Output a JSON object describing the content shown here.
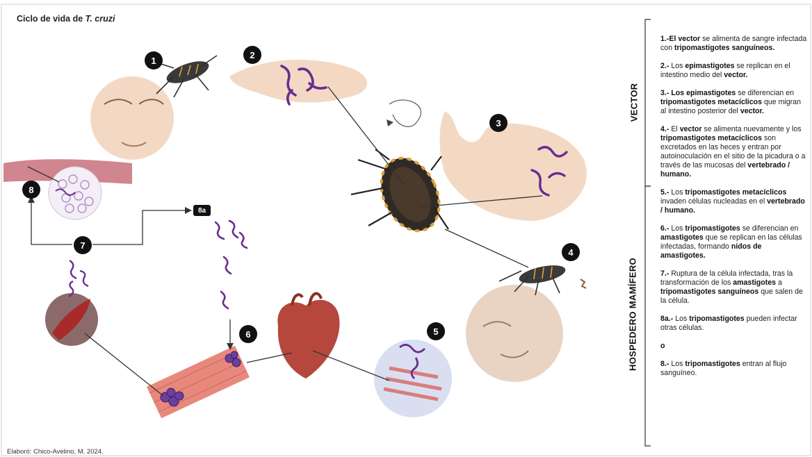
{
  "title": {
    "prefix": "Ciclo de vida de ",
    "species": "T. cruzi"
  },
  "credit": "Elaboró: Chico-Avelino, M. 2024.",
  "badges": [
    "1",
    "2",
    "3",
    "4",
    "5",
    "6",
    "7",
    "8",
    "8a"
  ],
  "section_labels": {
    "vector": "VECTOR",
    "host": "HOSPEDERO MAMÍFERO"
  },
  "steps": [
    {
      "num": "1.-",
      "parts": [
        [
          "El vector",
          true
        ],
        [
          " se alimenta de sangre infectada con ",
          false
        ],
        [
          "tripomastigotes sanguíneos.",
          true
        ]
      ]
    },
    {
      "num": "2.-",
      "parts": [
        [
          " Los ",
          false
        ],
        [
          "epimastigotes",
          true
        ],
        [
          " se replican en el intestino medio del ",
          false
        ],
        [
          "vector.",
          true
        ]
      ]
    },
    {
      "num": "3.-",
      "parts": [
        [
          " Los epimastigotes",
          true
        ],
        [
          " se diferencian en ",
          false
        ],
        [
          "tripomastigotes metacíclicos",
          true
        ],
        [
          " que migran al intestino posterior del ",
          false
        ],
        [
          "vector.",
          true
        ]
      ]
    },
    {
      "num": "4.-",
      "parts": [
        [
          " El ",
          false
        ],
        [
          "vector",
          true
        ],
        [
          " se alimenta nuevamente y los ",
          false
        ],
        [
          "tripomastigotes metacíclicos",
          true
        ],
        [
          " son excretados en las heces y entran por autoinoculación en el sitio de la picadura o a través de las mucosas del ",
          false
        ],
        [
          "vertebrado / humano.",
          true
        ]
      ]
    },
    {
      "num": "5.-",
      "parts": [
        [
          " Los ",
          false
        ],
        [
          "tripomastigotes metacíclicos",
          true
        ],
        [
          " invaden células nucleadas en el ",
          false
        ],
        [
          "vertebrado / humano.",
          true
        ]
      ]
    },
    {
      "num": "6.-",
      "parts": [
        [
          " Los ",
          false
        ],
        [
          "tripomastigotes",
          true
        ],
        [
          " se diferencian en ",
          false
        ],
        [
          "amastigotes",
          true
        ],
        [
          " que se replican en las células infectadas, formando ",
          false
        ],
        [
          "nidos de amastigotes.",
          true
        ]
      ]
    },
    {
      "num": "7.-",
      "parts": [
        [
          " Ruptura de la célula infectada, tras la transformación de los ",
          false
        ],
        [
          "amastigotes",
          true
        ],
        [
          " a ",
          false
        ],
        [
          "tripomastigotes sanguíneos",
          true
        ],
        [
          " que salen de la célula.",
          false
        ]
      ]
    },
    {
      "num": "8a.-",
      "parts": [
        [
          " Los ",
          false
        ],
        [
          "tripomastigotes",
          true
        ],
        [
          " pueden infectar otras células.",
          false
        ]
      ]
    },
    {
      "num": "",
      "parts": [
        [
          "o",
          true
        ]
      ]
    },
    {
      "num": "8.-",
      "parts": [
        [
          " Los ",
          false
        ],
        [
          "tripomastigotes",
          true
        ],
        [
          " entran al flujo sanguíneo.",
          false
        ]
      ]
    }
  ],
  "colors": {
    "skin": "#f3d9c4",
    "parasite": "#6b2c91",
    "vessel": "#c9707a",
    "muscle": "#e8887c",
    "heart": "#b5473d",
    "dark": "#111111"
  }
}
